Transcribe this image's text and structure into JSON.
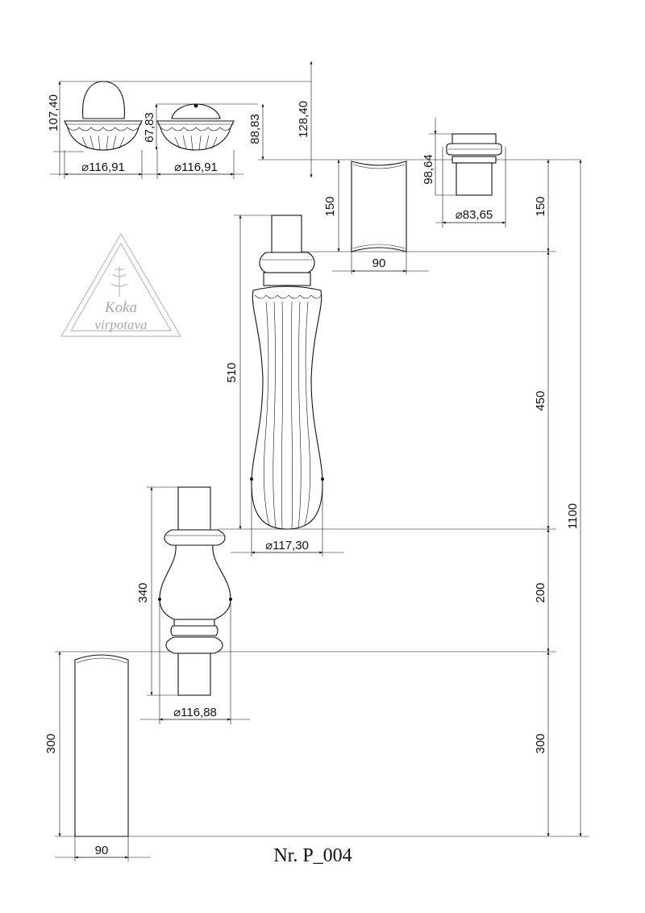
{
  "title": "Nr. P_004",
  "watermark": {
    "line1": "Koka",
    "line2": "virpotava"
  },
  "dimensions": {
    "top_h_dome": "107,40",
    "top_h_cap": "67,83",
    "top_h_mid": "88,83",
    "top_h_total": "128,40",
    "dia_dome": "116,91",
    "dia_cap": "116,91",
    "top_block_h": "150",
    "top_block_w": "90",
    "small_h": "98,64",
    "small_dia": "83,65",
    "right_top": "150",
    "baluster_h": "510",
    "baluster_seg": "450",
    "baluster_dia": "117,30",
    "total": "1100",
    "mid_h": "340",
    "mid_seg": "200",
    "mid_dia": "116,88",
    "base_seg_right": "300",
    "base_h": "300",
    "base_w": "90"
  }
}
